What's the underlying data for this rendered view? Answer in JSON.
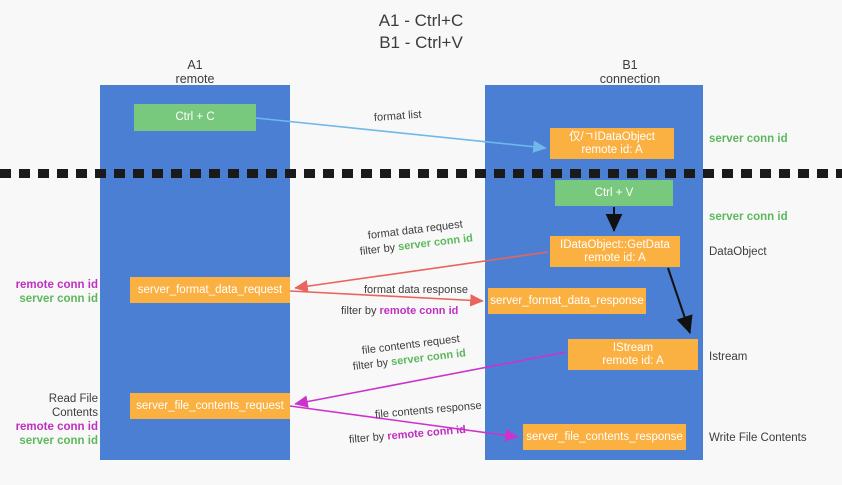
{
  "title": "A1 - Ctrl+C\nB1 - Ctrl+V",
  "columns": {
    "left": {
      "name": "A1",
      "role": "remote",
      "header": "A1\nremote"
    },
    "right": {
      "name": "B1",
      "role": "connection",
      "header": "B1\nconnection"
    }
  },
  "boxes": {
    "ctrl_c": "Ctrl + C",
    "idataobject": "仅/ㄱIDataObject\nremote id: A",
    "ctrl_v": "Ctrl + V",
    "getdata": "IDataObject::GetData\nremote id: A",
    "format_data_request": "server_format_data_request",
    "format_data_response": "server_format_data_response",
    "istream": "IStream\nremote id: A",
    "file_contents_request": "server_file_contents_request",
    "file_contents_response": "server_file_contents_response"
  },
  "annotations": {
    "right": {
      "server_conn_id_1": "server conn id",
      "server_conn_id_2": "server conn id",
      "dataobject": "DataObject",
      "istream": "Istream",
      "write_file_contents": "Write File Contents"
    },
    "left": {
      "remote_conn_id_1": "remote conn id",
      "server_conn_id_1": "server conn id",
      "read_file_contents": "Read File Contents",
      "remote_conn_id_2": "remote conn id",
      "server_conn_id_2": "server conn id"
    }
  },
  "flows": {
    "format_list": "format list",
    "format_data_request": "format data request",
    "format_data_request_filter_prefix": "filter by ",
    "format_data_request_filter_value": "server conn id",
    "format_data_response": "format data response",
    "format_data_response_filter_prefix": "filter by ",
    "format_data_response_filter_value": "remote conn id",
    "file_contents_request": "file contents request",
    "file_contents_request_filter_prefix": "filter by ",
    "file_contents_request_filter_value": "server conn id",
    "file_contents_response": "file contents response",
    "file_contents_response_filter_prefix": "filter by ",
    "file_contents_response_filter_value": "remote conn id"
  },
  "colors": {
    "lane": "#4a7fd4",
    "green_box": "#78c87e",
    "orange_box": "#fbb042",
    "green_text": "#5cb85c",
    "purple_text": "#c030c0",
    "arrow_light_blue": "#6fb8e8",
    "arrow_red": "#e8645c",
    "arrow_magenta": "#cc33cc",
    "arrow_black": "#111111",
    "background": "#f8f8f8"
  }
}
